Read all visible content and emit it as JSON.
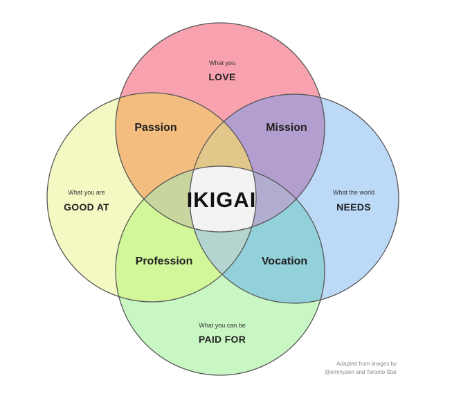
{
  "circles": {
    "love": {
      "caption": "What you",
      "label": "LOVE",
      "color": "#f7a2ae"
    },
    "good": {
      "caption": "What you are",
      "label": "GOOD AT",
      "color": "#f4f8c2"
    },
    "needs": {
      "caption": "What the world",
      "label": "NEEDS",
      "color": "#bcdaf8"
    },
    "paid": {
      "caption": "What you can be",
      "label": "PAID FOR",
      "color": "#c8f7c4"
    }
  },
  "zones": {
    "passion": "Passion",
    "mission": "Mission",
    "profession": "Profession",
    "vocation": "Vocation"
  },
  "center": {
    "label": "IKIGAI",
    "color": "#f3f3f3"
  },
  "credit": {
    "line1": "Adapted from images by",
    "line2": "@emmyzen and Toronto Star"
  },
  "overlap_colors": {
    "passion": "#f4bd80",
    "mission": "#b39ed0",
    "profession": "#d2f79a",
    "vocation": "#93d1da",
    "love_paid": "#c6c8cf",
    "good_needs": "#e2c78a"
  }
}
